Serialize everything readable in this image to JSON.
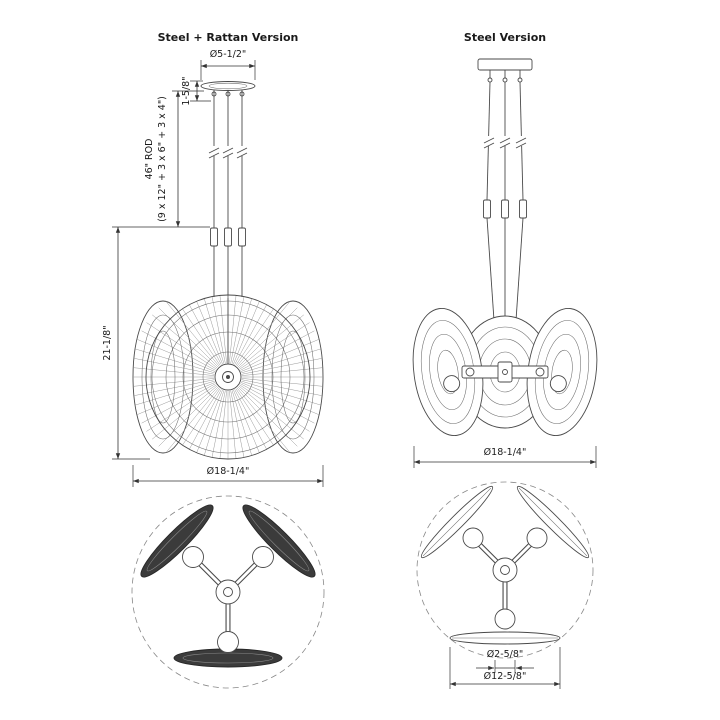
{
  "titles": {
    "left": "Steel + Rattan Version",
    "right": "Steel Version"
  },
  "left_view": {
    "canopy_diameter": "Ø5-1/2\"",
    "canopy_height": "1-5/8\"",
    "rod_label_line1": "46\" ROD",
    "rod_label_line2": "(9 x 12\" + 3 x 6\" + 3 x 4\")",
    "overall_height": "21-1/8\"",
    "fixture_diameter": "Ø18-1/4\""
  },
  "right_view": {
    "fixture_diameter": "Ø18-1/4\""
  },
  "bottom_right_view": {
    "ball_diameter": "Ø2-5/8\"",
    "disc_diameter": "Ø12-5/8\""
  },
  "palette": {
    "line": "#4a4a4a",
    "text": "#1a1a1a",
    "rattan_disc_fill": "#3b3b3b",
    "dashed_guide": "#888888"
  }
}
